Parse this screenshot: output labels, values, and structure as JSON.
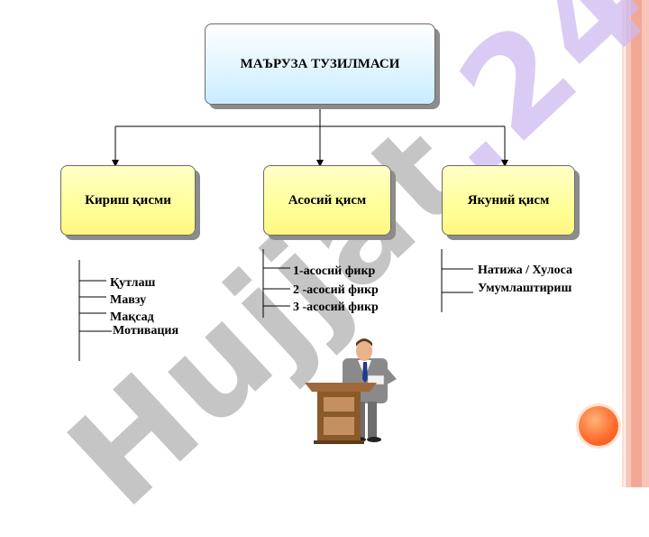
{
  "colors": {
    "title_fill": "#dff4ff",
    "section_fill": "#ffff99",
    "connector": "#000000",
    "watermark_gray": "#969696",
    "watermark_purple": "#cdb9f0",
    "accent_circle": "#ff6a2a",
    "stripe": "#f6b9a9"
  },
  "diagram": {
    "title": "МАЪРУЗА ТУЗИЛМАСИ",
    "sections": [
      {
        "label": "Кириш қисми",
        "items": [
          "Қутлаш",
          "Мавзу",
          "Мақсад",
          "Мотивация"
        ]
      },
      {
        "label": "Асосий қисм",
        "items": [
          "1-асосий фикр",
          "2 -асосий фикр",
          "3 -асосий фикр"
        ]
      },
      {
        "label": "Якуний қисм",
        "items": [
          "Натижа / Хулоса",
          "Умумлаштириш"
        ]
      }
    ]
  },
  "watermark": {
    "part1": "Hujjat",
    "part2": ".24"
  },
  "icons": {
    "illustration": "speaker-at-podium-icon",
    "decoration": "orange-circle-icon"
  }
}
